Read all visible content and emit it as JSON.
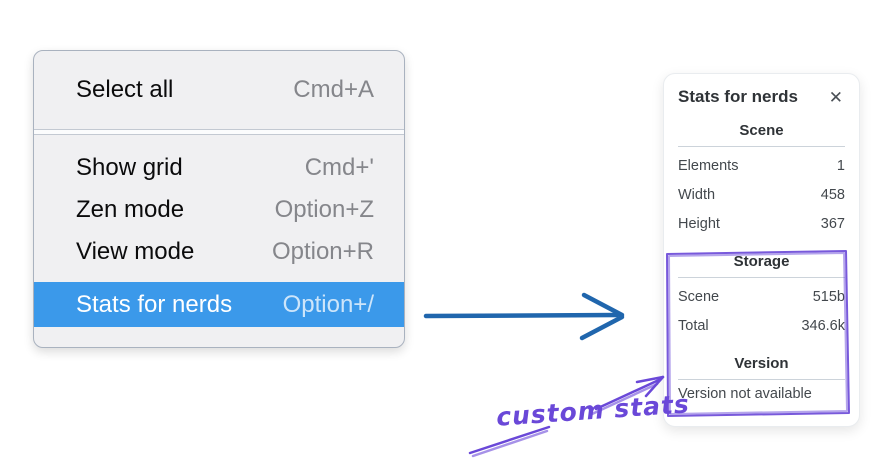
{
  "menu": {
    "highlight_color": "#3b99ea",
    "sections": [
      {
        "items": [
          {
            "label": "Select all",
            "shortcut": "Cmd+A",
            "highlighted": false
          }
        ]
      },
      {
        "items": [
          {
            "label": "Show grid",
            "shortcut": "Cmd+'",
            "highlighted": false
          },
          {
            "label": "Zen mode",
            "shortcut": "Option+Z",
            "highlighted": false
          },
          {
            "label": "View mode",
            "shortcut": "Option+R",
            "highlighted": false
          },
          {
            "label": "Stats for nerds",
            "shortcut": "Option+/",
            "highlighted": true
          }
        ]
      }
    ]
  },
  "stats_panel": {
    "title": "Stats for nerds",
    "close_icon": "✕",
    "sections": [
      {
        "header": "Scene",
        "rows": [
          {
            "label": "Elements",
            "value": "1"
          },
          {
            "label": "Width",
            "value": "458"
          },
          {
            "label": "Height",
            "value": "367"
          }
        ]
      },
      {
        "header": "Storage",
        "rows": [
          {
            "label": "Scene",
            "value": "515b"
          },
          {
            "label": "Total",
            "value": "346.6k"
          }
        ]
      },
      {
        "header": "Version",
        "rows": [],
        "note": "Version not available"
      }
    ]
  },
  "annotation": {
    "label": "custom stats",
    "color": "#6a48d8"
  },
  "arrow_color": "#2066ad"
}
